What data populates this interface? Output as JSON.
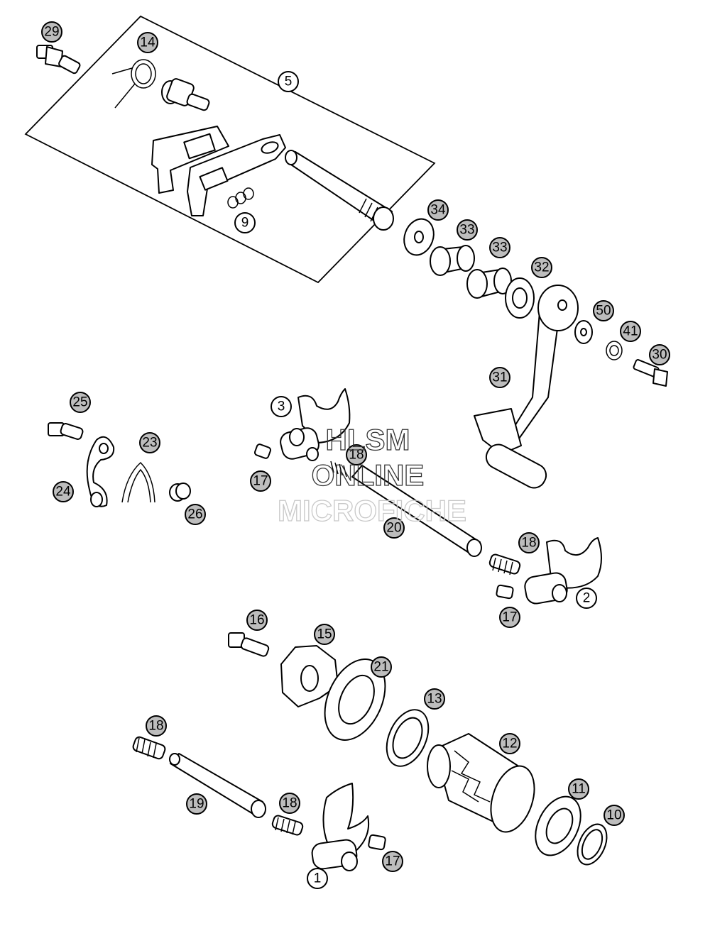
{
  "watermark": {
    "line1": "HLSM",
    "line2": "ONLINE",
    "line3": "MICROFICHE"
  },
  "callouts": {
    "c1": "1",
    "c2": "2",
    "c3": "3",
    "c5": "5",
    "c9": "9",
    "c10": "10",
    "c11": "11",
    "c12": "12",
    "c13": "13",
    "c14": "14",
    "c15": "15",
    "c16": "16",
    "c17a": "17",
    "c17b": "17",
    "c17c": "17",
    "c18a": "18",
    "c18b": "18",
    "c18c": "18",
    "c18d": "18",
    "c19": "19",
    "c20": "20",
    "c21": "21",
    "c23": "23",
    "c24": "24",
    "c25": "25",
    "c26": "26",
    "c29": "29",
    "c30": "30",
    "c31": "31",
    "c32": "32",
    "c33a": "33",
    "c33b": "33",
    "c34": "34",
    "c41": "41",
    "c50": "50"
  }
}
